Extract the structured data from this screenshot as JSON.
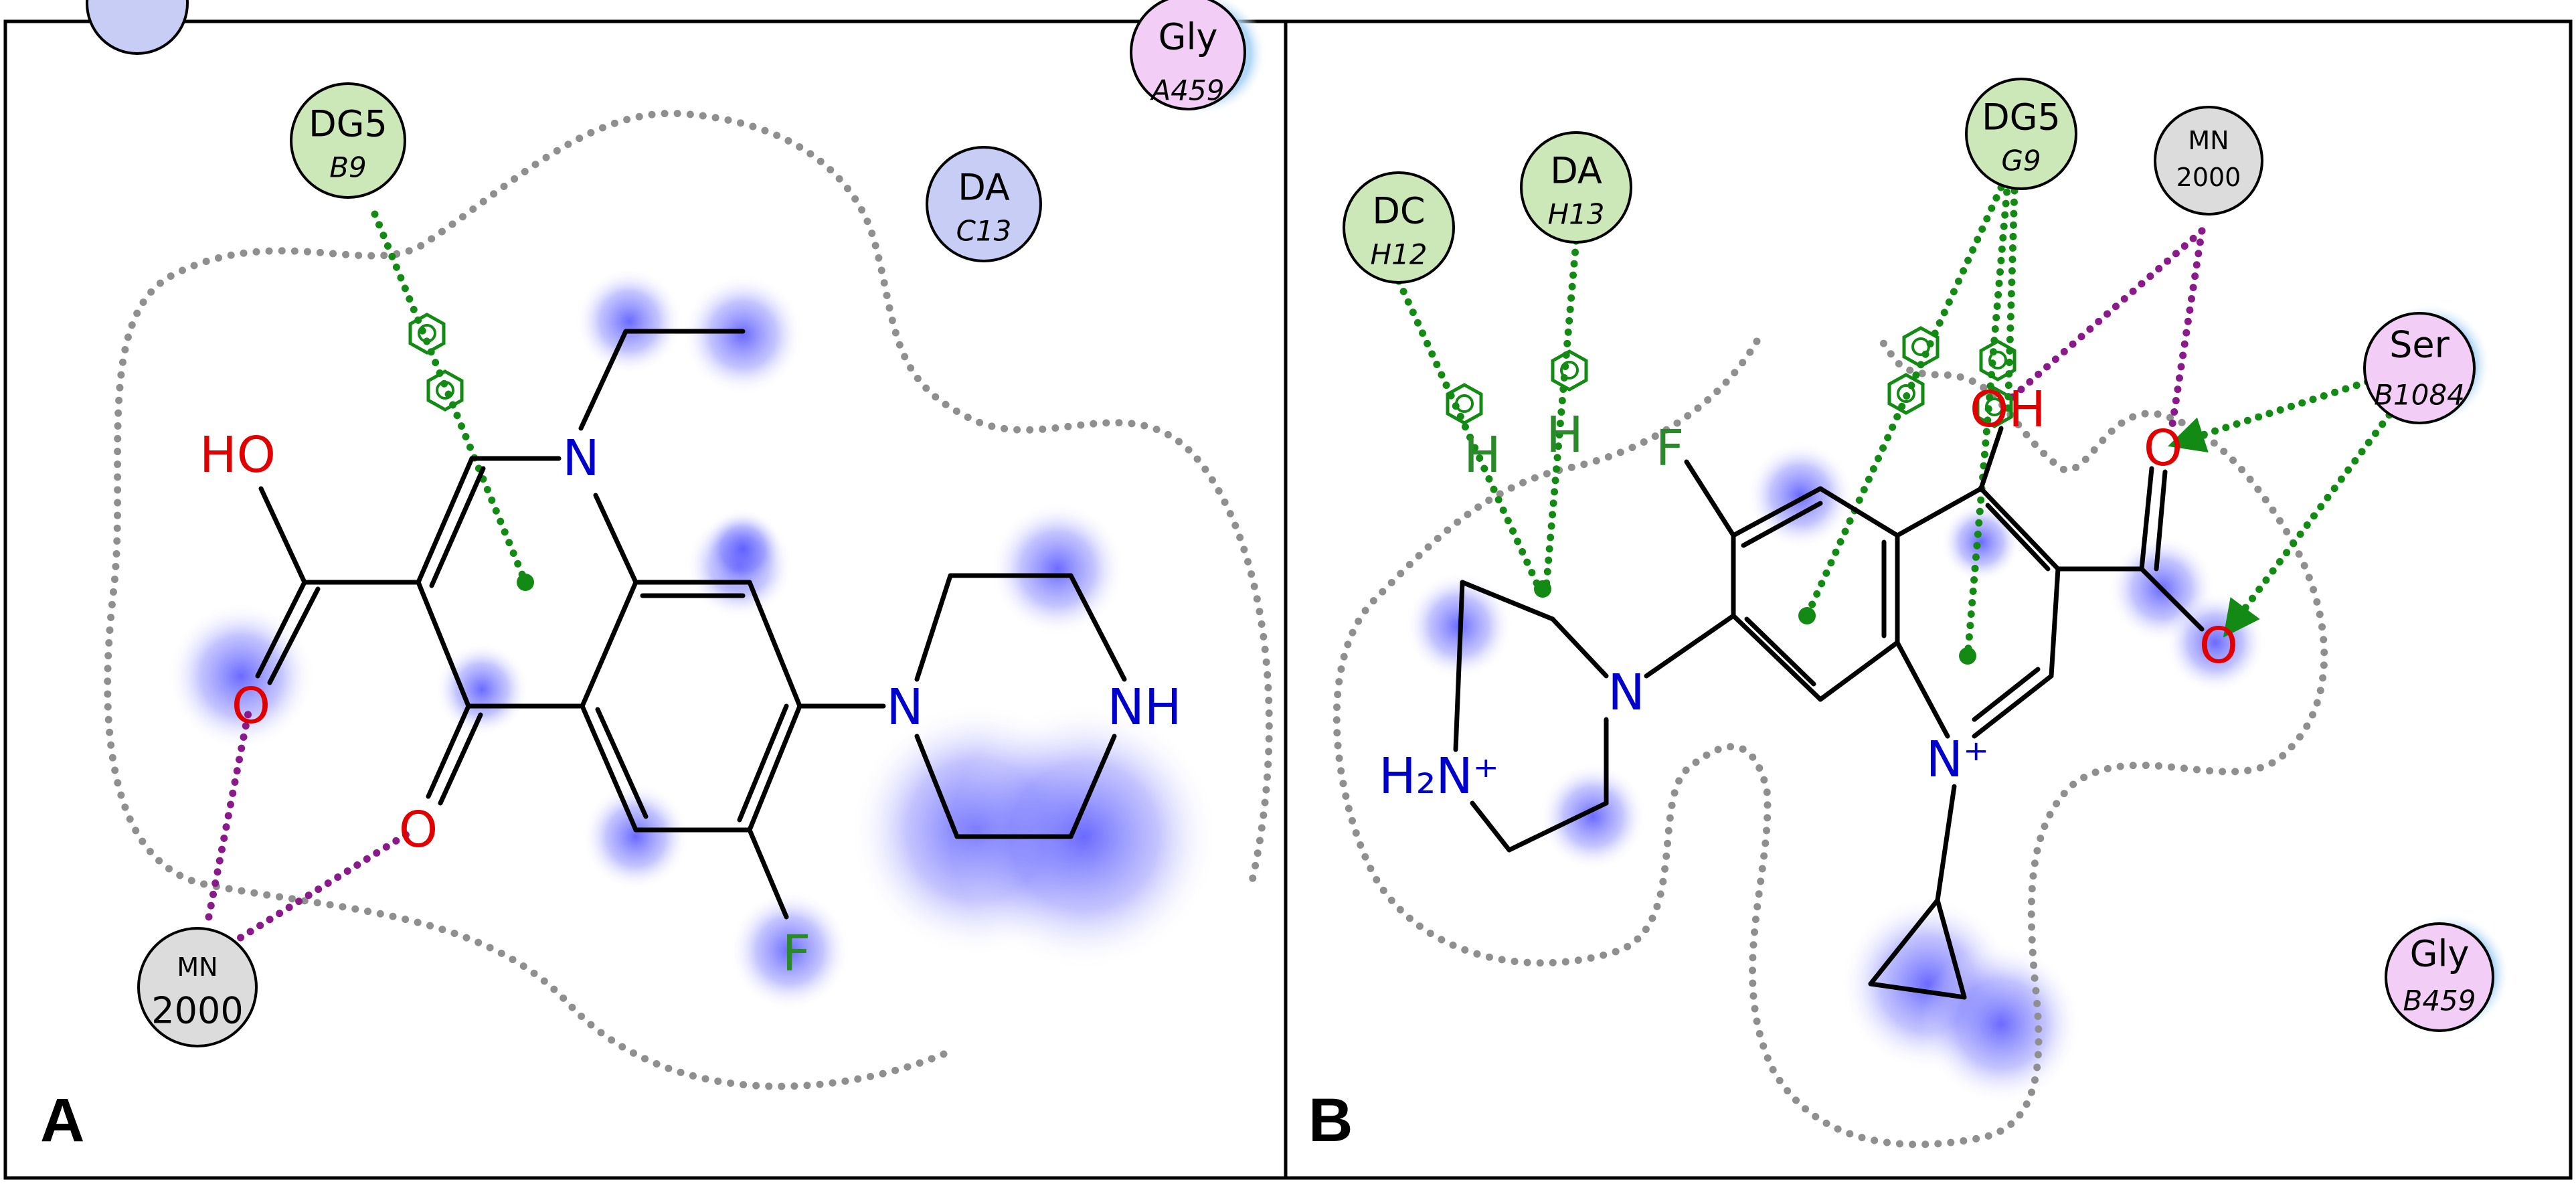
{
  "colors": {
    "nucleic_residue": "#cce8b8",
    "da_residue": "#c7cdf5",
    "ion_residue": "#dcdcdc",
    "protein_residue": "#f2cdf5",
    "hbond_green": "#138a13",
    "metal_contact": "#8a1a8a",
    "solvent_blob": "#5a5aff",
    "oxygen": "#e00000",
    "nitrogen": "#0000cc",
    "fluorine": "#2a8a2a"
  },
  "panelA": {
    "label": "A",
    "residues": {
      "dg5": {
        "name": "DG5",
        "chain": "B9"
      },
      "da": {
        "name": "DA",
        "chain": "C13"
      },
      "gly": {
        "name": "Gly",
        "chain": "A459"
      },
      "mn": {
        "name": "MN",
        "num": "2000"
      }
    },
    "atoms": {
      "ho": "HO",
      "o_acid": "O",
      "o_keto": "O",
      "n1": "N",
      "n_pip": "N",
      "nh": "NH",
      "f": "F"
    }
  },
  "panelB": {
    "label": "B",
    "residues": {
      "dc": {
        "name": "DC",
        "chain": "H12"
      },
      "da": {
        "name": "DA",
        "chain": "H13"
      },
      "dg5": {
        "name": "DG5",
        "chain": "G9"
      },
      "mn": {
        "name": "MN",
        "num": "2000"
      },
      "ser": {
        "name": "Ser",
        "chain": "B1084"
      },
      "gly": {
        "name": "Gly",
        "chain": "B459"
      }
    },
    "atoms": {
      "f": "F",
      "h1": "H",
      "h2": "H",
      "oh": "OH",
      "o1": "O",
      "o2": "O",
      "n_pip": "N",
      "nh2": "H₂N⁺",
      "n_plus": "N⁺"
    }
  }
}
